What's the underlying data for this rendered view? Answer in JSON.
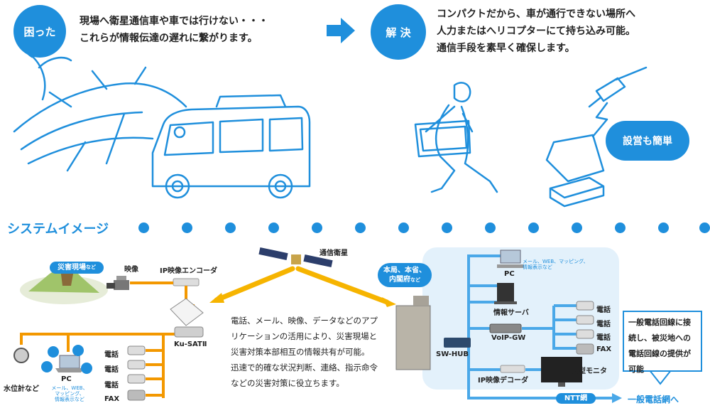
{
  "top_left": {
    "badge": "困った",
    "lines": [
      "現場へ衛星通信車や車では行けない・・・",
      "これらが情報伝達の遅れに繋がります。"
    ]
  },
  "top_right": {
    "badge": "解 決",
    "lines": [
      "コンパクトだから、車が通行できない場所へ",
      "人力またはへリコプターにて持ち込み可能。",
      "通信手段を素早く確保します。"
    ],
    "bubble": "設営も簡単"
  },
  "section_title": "システムイメージ",
  "left": {
    "site_pill": "災害現場",
    "site_pill_suffix": "など",
    "camera": "映像",
    "encoder": "IP映像エンコーダ",
    "ku_sat": "Ku-SATⅡ",
    "water_gauge": "水位計など",
    "pc": "PC",
    "pc_sub": [
      "メール、WEB、",
      "マッピング、",
      "情報表示など"
    ],
    "phones": [
      "電話",
      "電話",
      "電話"
    ],
    "fax": "FAX"
  },
  "satellite": "通信衛星",
  "center_text": {
    "p1": "電話、メール、映像、データなどのアプリケーションの活用により、災害現場と災害対策本部相互の情報共有が可能。",
    "p2": "迅速で的確な状況判断、連絡、指示命令などの災害対策に役立ちます。"
  },
  "right": {
    "hq_pill": [
      "本局、本省、",
      "内閣府"
    ],
    "hq_suffix": "など",
    "pc_sub": [
      "メール、WEB、マッピング、",
      "情報表示など"
    ],
    "pc": "PC",
    "server": "情報サーバ",
    "voip": "VoIP-GW",
    "sw_hub": "SW-HUB",
    "decoder": "IP映像デコーダ",
    "monitor": "大型モニタ",
    "phones": [
      "電話",
      "電話",
      "電話"
    ],
    "fax": "FAX",
    "ntt": "NTT網",
    "public_net": "一般電話網へ",
    "callout": "一般電話回線に接続し、被災地への電話回線の提供が可能"
  },
  "colors": {
    "accent": "#1f8fdc",
    "orange": "#f39800",
    "yellow": "#f6b400",
    "light_bg": "#e3f1fb"
  }
}
